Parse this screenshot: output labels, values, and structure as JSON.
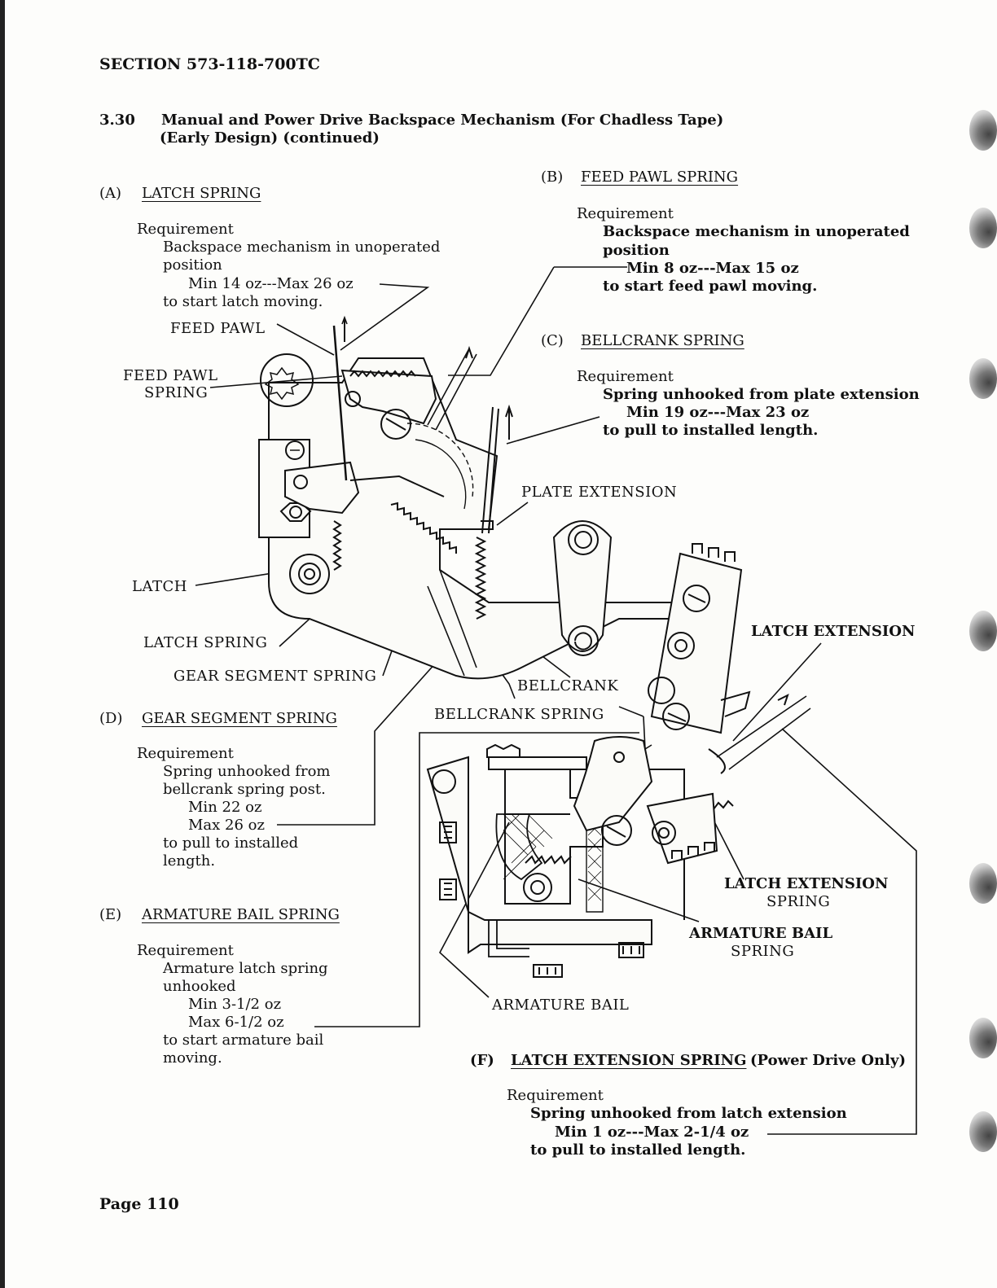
{
  "header": {
    "section": "SECTION 573-118-700TC"
  },
  "paragraph": {
    "number": "3.30",
    "title_line1": "Manual and Power Drive Backspace Mechanism (For Chadless Tape)",
    "title_line2": "(Early Design) (continued)"
  },
  "a": {
    "letter": "(A)",
    "title": "LATCH SPRING",
    "req": "Requirement",
    "l1": "Backspace mechanism in unoperated",
    "l2": "position",
    "l3": "Min 14 oz---Max 26 oz",
    "l4": "to start latch moving."
  },
  "b": {
    "letter": "(B)",
    "title": "FEED PAWL SPRING",
    "req": "Requirement",
    "l1": "Backspace mechanism in unoperated",
    "l2": "position",
    "l3": "Min 8 oz---Max 15 oz",
    "l4": "to start feed pawl moving."
  },
  "c": {
    "letter": "(C)",
    "title": "BELLCRANK SPRING",
    "req": "Requirement",
    "l1": "Spring unhooked from plate extension",
    "l2": "Min 19 oz---Max 23 oz",
    "l3": "to pull to installed length."
  },
  "d": {
    "letter": "(D)",
    "title": "GEAR SEGMENT SPRING",
    "req": "Requirement",
    "l1": "Spring unhooked from",
    "l2": "bellcrank spring post.",
    "l3": "Min 22 oz",
    "l4": "Max 26 oz",
    "l5": "to pull to installed",
    "l6": "length."
  },
  "e": {
    "letter": "(E)",
    "title": "ARMATURE BAIL SPRING",
    "req": "Requirement",
    "l1": "Armature latch spring",
    "l2": "unhooked",
    "l3": "Min 3-1/2 oz",
    "l4": "Max 6-1/2 oz",
    "l5": "to start armature bail",
    "l6": "moving."
  },
  "f": {
    "letter": "(F)",
    "title": "LATCH EXTENSION SPRING",
    "suffix": "(Power Drive Only)",
    "req": "Requirement",
    "l1": "Spring unhooked from latch extension",
    "l2": "Min 1 oz---Max 2-1/4 oz",
    "l3": "to pull to installed length."
  },
  "callouts": {
    "feed_pawl": "FEED PAWL",
    "feed_pawl_spring_1": "FEED PAWL",
    "feed_pawl_spring_2": "SPRING",
    "plate_extension": "PLATE EXTENSION",
    "latch": "LATCH",
    "latch_spring": "LATCH SPRING",
    "gear_segment_spring": "GEAR SEGMENT SPRING",
    "bellcrank": "BELLCRANK",
    "bellcrank_spring": "BELLCRANK SPRING",
    "latch_extension": "LATCH EXTENSION",
    "latch_extension_spring_1": "LATCH EXTENSION",
    "latch_extension_spring_2": "SPRING",
    "armature_bail_spring_1": "ARMATURE BAIL",
    "armature_bail_spring_2": "SPRING",
    "armature_bail": "ARMATURE BAIL"
  },
  "footer": {
    "page": "Page 110"
  }
}
